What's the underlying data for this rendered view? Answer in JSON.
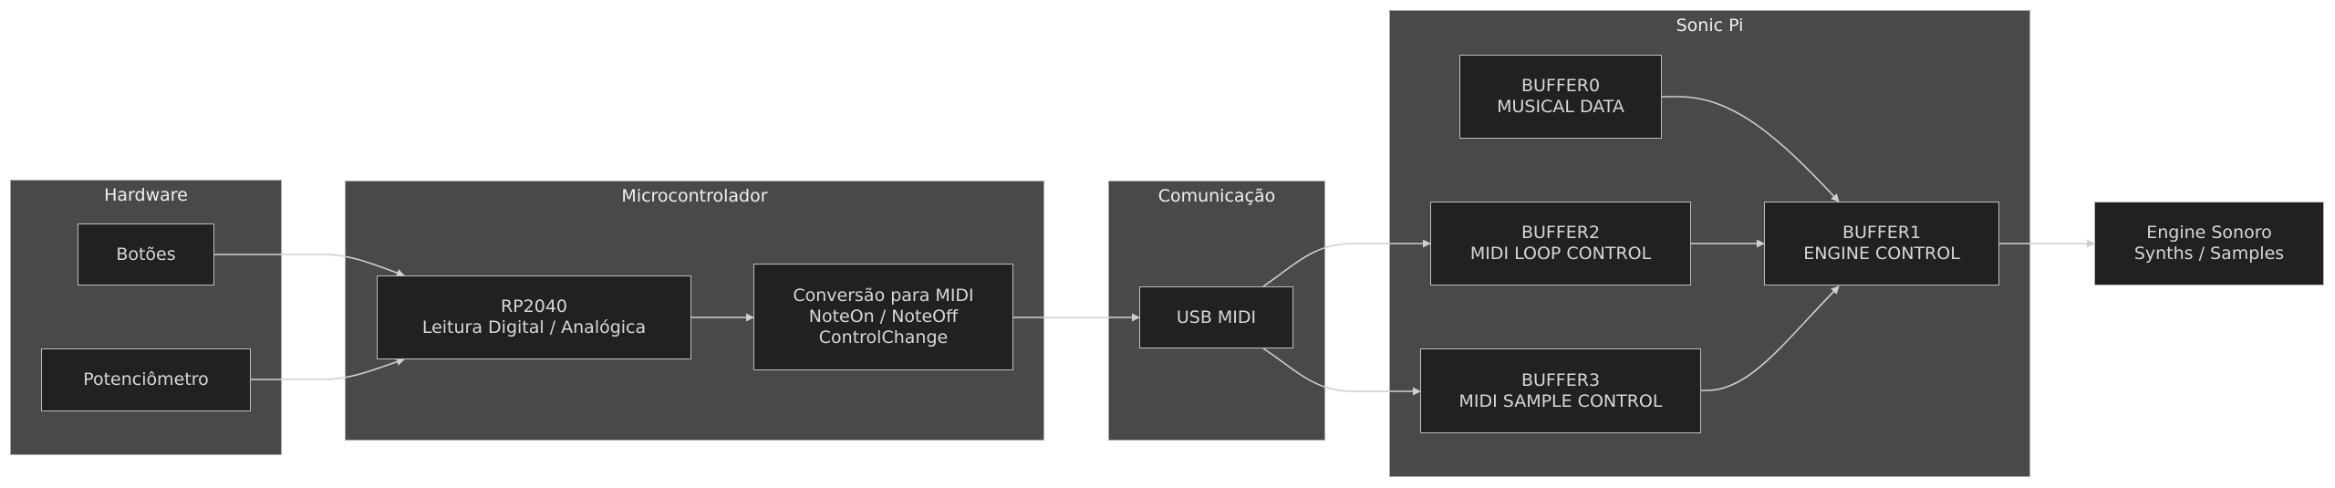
{
  "diagram": {
    "type": "flowchart",
    "direction": "LR",
    "clusters": [
      {
        "id": "hardware",
        "title": "Hardware"
      },
      {
        "id": "micro",
        "title": "Microcontrolador"
      },
      {
        "id": "comm",
        "title": "Comunicação"
      },
      {
        "id": "sonicpi",
        "title": "Sonic Pi"
      }
    ],
    "nodes": {
      "botoes": {
        "label": "Botões",
        "cluster": "hardware"
      },
      "pot": {
        "label": "Potenciômetro",
        "cluster": "hardware"
      },
      "rp2040": {
        "label": "RP2040\nLeitura Digital / Analógica",
        "cluster": "micro"
      },
      "midi_conv": {
        "label": "Conversão para MIDI\nNoteOn / NoteOff\nControlChange",
        "cluster": "micro"
      },
      "usb": {
        "label": "USB MIDI",
        "cluster": "comm"
      },
      "buffer0": {
        "label": "BUFFER0\nMUSICAL DATA",
        "cluster": "sonicpi"
      },
      "buffer2": {
        "label": "BUFFER2\nMIDI LOOP CONTROL",
        "cluster": "sonicpi"
      },
      "buffer3": {
        "label": "BUFFER3\nMIDI SAMPLE CONTROL",
        "cluster": "sonicpi"
      },
      "buffer1": {
        "label": "BUFFER1\nENGINE CONTROL",
        "cluster": "sonicpi"
      },
      "engine": {
        "label": "Engine Sonoro\nSynths / Samples",
        "cluster": null
      }
    },
    "edges": [
      {
        "from": "botoes",
        "to": "rp2040"
      },
      {
        "from": "pot",
        "to": "rp2040"
      },
      {
        "from": "rp2040",
        "to": "midi_conv"
      },
      {
        "from": "midi_conv",
        "to": "usb"
      },
      {
        "from": "usb",
        "to": "buffer2"
      },
      {
        "from": "usb",
        "to": "buffer3"
      },
      {
        "from": "buffer0",
        "to": "buffer1"
      },
      {
        "from": "buffer2",
        "to": "buffer1"
      },
      {
        "from": "buffer3",
        "to": "buffer1"
      },
      {
        "from": "buffer1",
        "to": "engine"
      }
    ]
  },
  "colors": {
    "cluster_fill": "#484948",
    "node_fill": "#202221",
    "node_text": "#d6d6d6",
    "edge": "#cfcfcf"
  }
}
